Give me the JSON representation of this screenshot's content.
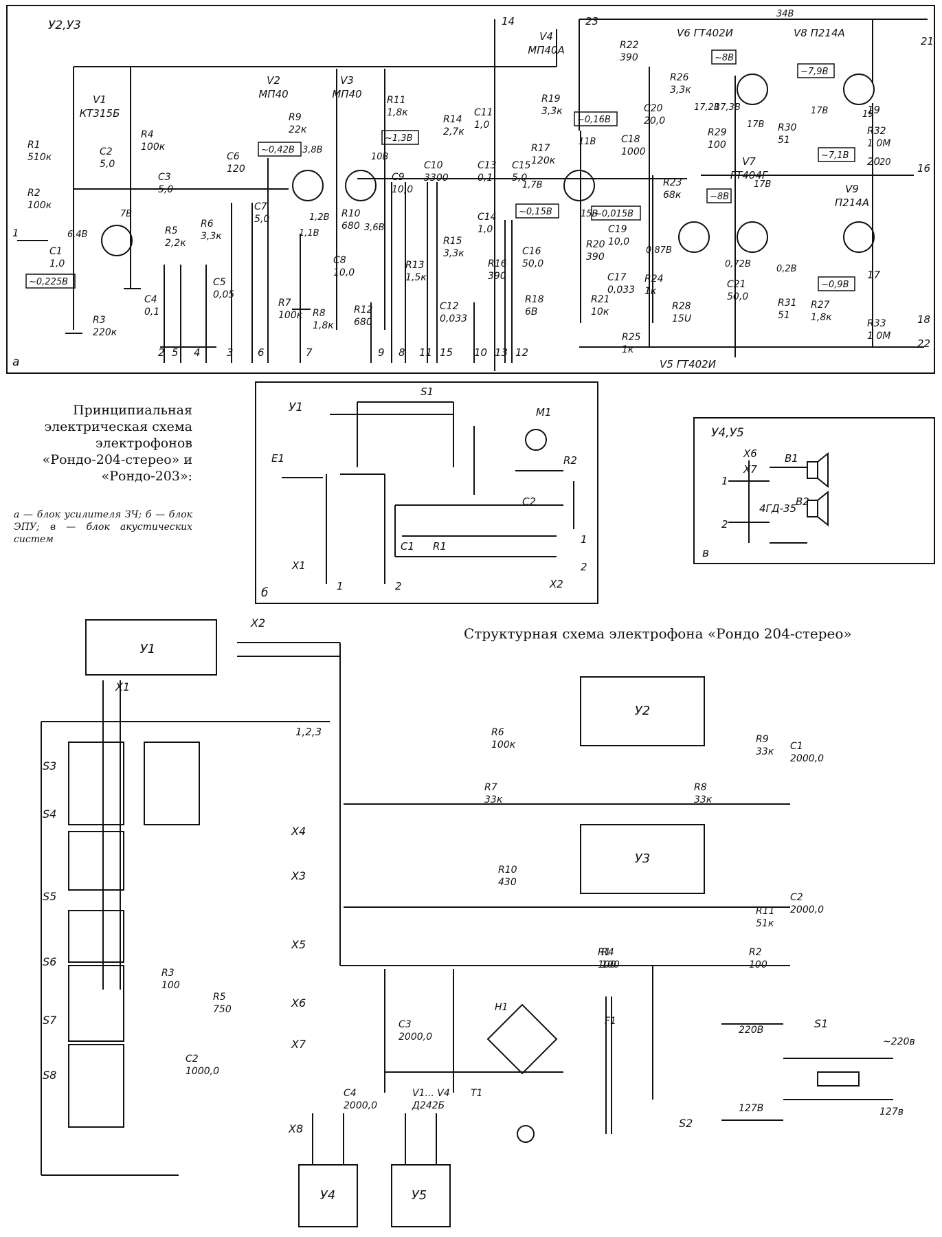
{
  "captions": {
    "main": "Принципиальная электрическая схема электрофонов «Рондо-204-стерео» и «Рондо-203»:",
    "legend": "а — блок усилителя ЗЧ; б — блок ЭПУ; в — блок акустических систем",
    "structural": "Структурная схема электрофона «Рондо 204-стерео»"
  },
  "panel_a": {
    "block_label": "У2,У3",
    "corner_letter": "а",
    "components": [
      {
        "ref": "V1",
        "value": "КТ315Б"
      },
      {
        "ref": "V2",
        "value": "МП40"
      },
      {
        "ref": "V3",
        "value": "МП40"
      },
      {
        "ref": "V4",
        "value": "МП40А"
      },
      {
        "ref": "V5",
        "value": "ГТ402И"
      },
      {
        "ref": "V6",
        "value": "ГТ402И"
      },
      {
        "ref": "V7",
        "value": "ГТ404Г"
      },
      {
        "ref": "V8",
        "value": "П214А"
      },
      {
        "ref": "V9",
        "value": "П214А"
      },
      {
        "ref": "R1",
        "value": "510к"
      },
      {
        "ref": "R2",
        "value": "100к"
      },
      {
        "ref": "R3",
        "value": "220к"
      },
      {
        "ref": "R4",
        "value": "100к"
      },
      {
        "ref": "R5",
        "value": "2,2к"
      },
      {
        "ref": "R6",
        "value": "3,3к"
      },
      {
        "ref": "R7",
        "value": "100к"
      },
      {
        "ref": "R8",
        "value": "1,8к"
      },
      {
        "ref": "R9",
        "value": "22к"
      },
      {
        "ref": "R10",
        "value": "680"
      },
      {
        "ref": "R11",
        "value": "1,8к"
      },
      {
        "ref": "R12",
        "value": "680"
      },
      {
        "ref": "R13",
        "value": "1,5к"
      },
      {
        "ref": "R14",
        "value": "2,7к"
      },
      {
        "ref": "R15",
        "value": "3,3к"
      },
      {
        "ref": "R16",
        "value": "390"
      },
      {
        "ref": "R17",
        "value": "120к"
      },
      {
        "ref": "R18",
        "value": "6В"
      },
      {
        "ref": "R19",
        "value": "3,3к"
      },
      {
        "ref": "R20",
        "value": "390"
      },
      {
        "ref": "R21",
        "value": "10к"
      },
      {
        "ref": "R22",
        "value": "390"
      },
      {
        "ref": "R23",
        "value": "68к"
      },
      {
        "ref": "R24",
        "value": "1к"
      },
      {
        "ref": "R25",
        "value": "1к"
      },
      {
        "ref": "R26",
        "value": "3,3к"
      },
      {
        "ref": "R27",
        "value": "1,8к"
      },
      {
        "ref": "R28",
        "value": "15U"
      },
      {
        "ref": "R29",
        "value": "100"
      },
      {
        "ref": "R30",
        "value": "51"
      },
      {
        "ref": "R31",
        "value": "51"
      },
      {
        "ref": "R32",
        "value": "1 0М"
      },
      {
        "ref": "R33",
        "value": "1 0М"
      },
      {
        "ref": "C1",
        "value": "1,0"
      },
      {
        "ref": "C2",
        "value": "5,0"
      },
      {
        "ref": "C3",
        "value": "5,0"
      },
      {
        "ref": "C4",
        "value": "0,1"
      },
      {
        "ref": "C5",
        "value": "0,05"
      },
      {
        "ref": "C6",
        "value": "120"
      },
      {
        "ref": "C7",
        "value": "5,0"
      },
      {
        "ref": "C8",
        "value": "10,0"
      },
      {
        "ref": "C9",
        "value": "10,0"
      },
      {
        "ref": "C10",
        "value": "3300"
      },
      {
        "ref": "C11",
        "value": "1,0"
      },
      {
        "ref": "C12",
        "value": "0,033"
      },
      {
        "ref": "C13",
        "value": "0,1"
      },
      {
        "ref": "C14",
        "value": "1,0"
      },
      {
        "ref": "C15",
        "value": "5,0"
      },
      {
        "ref": "C16",
        "value": "50,0"
      },
      {
        "ref": "C17",
        "value": "0,033"
      },
      {
        "ref": "C18",
        "value": "1000"
      },
      {
        "ref": "C19",
        "value": "10,0"
      },
      {
        "ref": "C20",
        "value": "20,0"
      },
      {
        "ref": "C21",
        "value": "50,0"
      }
    ],
    "voltages": [
      "7В",
      "6,4В",
      "3,8В",
      "1,2В",
      "1,1В",
      "3,6В",
      "10В",
      "11В",
      "1,7В",
      "15В",
      "17,2В",
      "17,3В",
      "17В",
      "17В",
      "17В",
      "19",
      "20",
      "0,87В",
      "0,72В",
      "0,2В",
      "34В"
    ],
    "boxed_voltages": [
      "~0,225В",
      "~0,42В",
      "~1,3В",
      "~0,15В",
      "~0,16В",
      "~0,015В",
      "~8В",
      "~7,9В",
      "~7,1В",
      "~8В",
      "~0,9В"
    ],
    "terminals": [
      "1",
      "2",
      "5",
      "4",
      "3",
      "6",
      "7",
      "9",
      "8",
      "11",
      "15",
      "10",
      "13",
      "12",
      "14",
      "23",
      "21",
      "16",
      "18",
      "17",
      "22",
      "20",
      "19"
    ]
  },
  "panel_b": {
    "block_label": "У1",
    "corner_letter": "б",
    "labels": [
      "S1",
      "M1",
      "E1",
      "R2",
      "C2",
      "C1",
      "R1",
      "X1",
      "X2",
      "1",
      "2",
      "1",
      "2"
    ]
  },
  "panel_c": {
    "block_label": "У4,У5",
    "corner_letter": "в",
    "labels": [
      "Х6",
      "Х7",
      "В1",
      "В2",
      "4ГД-35",
      "1",
      "2"
    ]
  },
  "structural": {
    "blocks": [
      "У1",
      "У2",
      "У3",
      "У4",
      "У5"
    ],
    "switches": [
      "S3",
      "S4",
      "S5",
      "S6",
      "S7",
      "S8",
      "S1",
      "S2"
    ],
    "connectors": [
      "X1",
      "X2",
      "X3",
      "X4",
      "X5",
      "X6",
      "X7",
      "X8"
    ],
    "parts": [
      {
        "ref": "R6",
        "value": "100к"
      },
      {
        "ref": "R7",
        "value": "33к"
      },
      {
        "ref": "R8",
        "value": "33к"
      },
      {
        "ref": "R9",
        "value": "33к"
      },
      {
        "ref": "C1",
        "value": "2000,0"
      },
      {
        "ref": "C2",
        "value": "2000,0"
      },
      {
        "ref": "R10",
        "value": "430"
      },
      {
        "ref": "R11",
        "value": "51к"
      },
      {
        "ref": "R1",
        "value": "100"
      },
      {
        "ref": "R4",
        "value": "100"
      },
      {
        "ref": "R2",
        "value": "100"
      },
      {
        "ref": "R3",
        "value": "100"
      },
      {
        "ref": "R5",
        "value": "750"
      },
      {
        "ref": "C2",
        "value": "1000,0"
      },
      {
        "ref": "C3",
        "value": "2000,0"
      },
      {
        "ref": "C4",
        "value": "2000,0"
      },
      {
        "ref": "V1... V4",
        "value": "Д242Б"
      },
      {
        "ref": "T1",
        "value": ""
      },
      {
        "ref": "H1",
        "value": ""
      },
      {
        "ref": "F1",
        "value": ""
      }
    ],
    "bus_label": "1,2,3",
    "mains": [
      "220В",
      "127В",
      "~220в",
      "127в"
    ]
  }
}
